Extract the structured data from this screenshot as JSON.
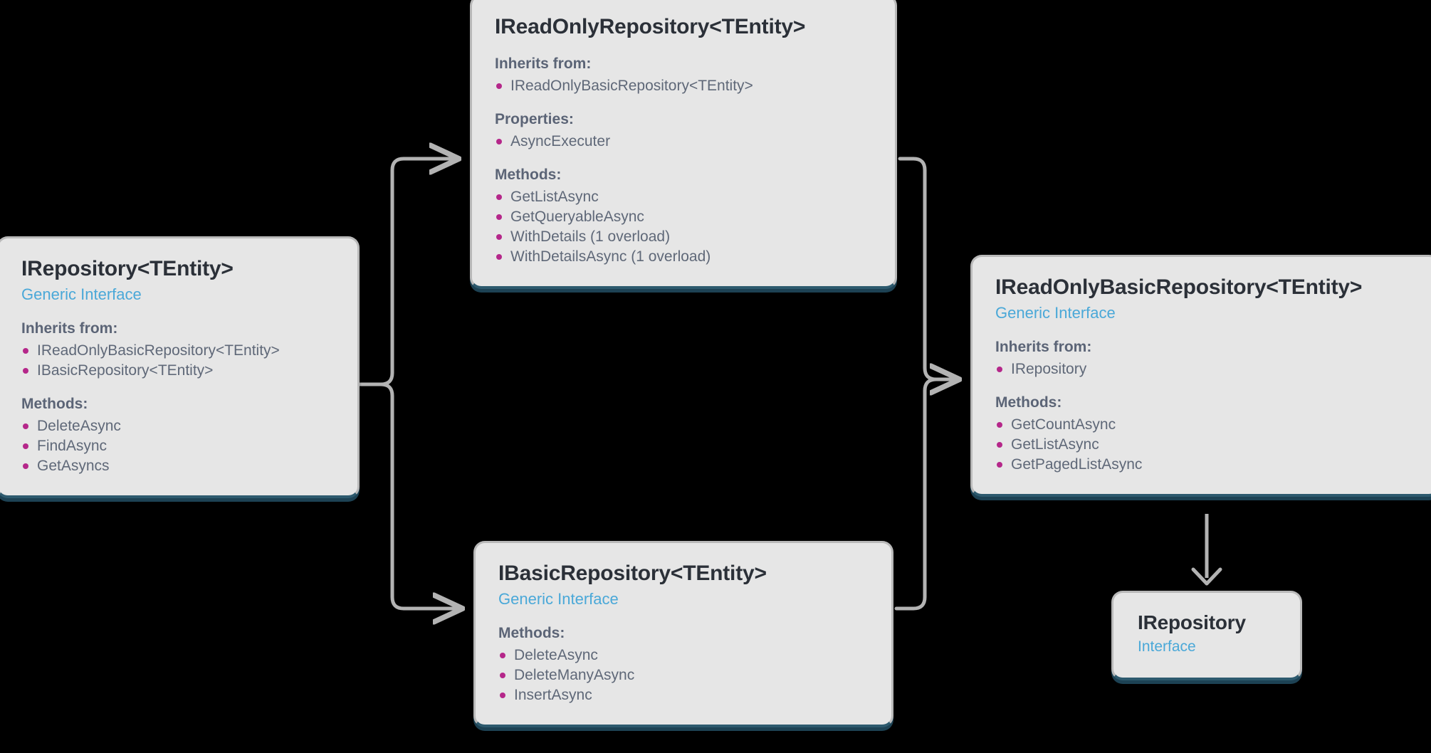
{
  "diagram": {
    "type": "class-inheritance-diagram",
    "background_color": "#000000",
    "card_background": "#e6e6e6",
    "accent_subtitle_color": "#4aa8d8",
    "bullet_color": "#b5278a",
    "title_color": "#2b3038",
    "body_text_color": "#5f6878",
    "connector_color": "#b3b3b3",
    "card_shadow_color": "#1d4254"
  },
  "cards": {
    "irepository_generic": {
      "title": "IRepository<TEntity>",
      "subtitle": "Generic Interface",
      "sections": [
        {
          "heading": "Inherits from:",
          "items": [
            "IReadOnlyBasicRepository<TEntity>",
            "IBasicRepository<TEntity>"
          ]
        },
        {
          "heading": "Methods:",
          "items": [
            "DeleteAsync",
            "FindAsync",
            "GetAsyncs"
          ]
        }
      ]
    },
    "ireadonlyrepository": {
      "title": "IReadOnlyRepository<TEntity>",
      "subtitle": "",
      "sections": [
        {
          "heading": "Inherits from:",
          "items": [
            "IReadOnlyBasicRepository<TEntity>"
          ]
        },
        {
          "heading": "Properties:",
          "items": [
            "AsyncExecuter"
          ]
        },
        {
          "heading": "Methods:",
          "items": [
            "GetListAsync",
            "GetQueryableAsync",
            "WithDetails (1 overload)",
            "WithDetailsAsync (1 overload)"
          ]
        }
      ]
    },
    "ireadonlybasicrepository": {
      "title": "IReadOnlyBasicRepository<TEntity>",
      "subtitle": "Generic Interface",
      "sections": [
        {
          "heading": "Inherits from:",
          "items": [
            "IRepository"
          ]
        },
        {
          "heading": "Methods:",
          "items": [
            "GetCountAsync",
            "GetListAsync",
            "GetPagedListAsync"
          ]
        }
      ]
    },
    "ibasicrepository": {
      "title": "IBasicRepository<TEntity>",
      "subtitle": "Generic Interface",
      "sections": [
        {
          "heading": "Methods:",
          "items": [
            "DeleteAsync",
            "DeleteManyAsync",
            "InsertAsync"
          ]
        }
      ]
    },
    "irepository_plain": {
      "title": "IRepository",
      "subtitle": "Interface",
      "sections": []
    }
  },
  "connectors": [
    {
      "name": "irepository-generic-to-ireadonlyrepository",
      "from": "irepository_generic",
      "to": "ireadonlyrepository",
      "arrow": true
    },
    {
      "name": "irepository-generic-to-ibasicrepository",
      "from": "irepository_generic",
      "to": "ibasicrepository",
      "arrow": true
    },
    {
      "name": "ireadonlyrepository-to-ireadonlybasicrepository",
      "from": "ireadonlyrepository",
      "to": "ireadonlybasicrepository",
      "arrow": true
    },
    {
      "name": "ibasicrepository-to-ireadonlybasicrepository",
      "from": "ibasicrepository",
      "to": "ireadonlybasicrepository",
      "arrow": true
    },
    {
      "name": "ireadonlybasicrepository-to-irepository",
      "from": "ireadonlybasicrepository",
      "to": "irepository_plain",
      "arrow": true
    }
  ]
}
